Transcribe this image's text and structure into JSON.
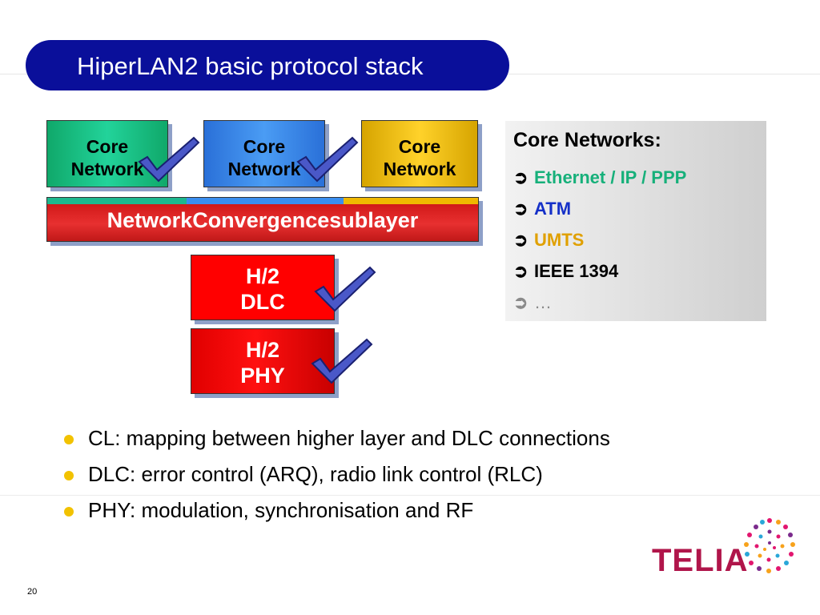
{
  "header": {
    "title": "HiperLAN2 basic protocol stack"
  },
  "stack": {
    "core_boxes": [
      {
        "line1": "Core",
        "line2": "Network",
        "color": "#1cc98c"
      },
      {
        "line1": "Core",
        "line2": "Network",
        "color": "#3a8ef0"
      },
      {
        "line1": "Core",
        "line2": "Network",
        "color": "#f5c000"
      }
    ],
    "convergence_layer": {
      "label": "NetworkConvergencesublayer",
      "color": "#e02020"
    },
    "dlc": {
      "line1": "H/2",
      "line2": "DLC",
      "color": "#ff0000"
    },
    "phy": {
      "line1": "H/2",
      "line2": "PHY",
      "color": "#e00000"
    }
  },
  "core_networks_panel": {
    "title": "Core Networks:",
    "items": [
      {
        "label": "Ethernet / IP / PPP",
        "color": "#16b07a"
      },
      {
        "label": "ATM",
        "color": "#1530c8"
      },
      {
        "label": "UMTS",
        "color": "#e0a000"
      },
      {
        "label": "IEEE 1394",
        "color": "#000000"
      },
      {
        "label": "…",
        "color": "#8a8a8a"
      }
    ],
    "arrow_icon": "circled-arrow-icon"
  },
  "bullets": [
    "CL: mapping between higher layer and DLC connections",
    "DLC: error control (ARQ), radio link control (RLC)",
    "PHY: modulation, synchronisation and RF"
  ],
  "footer": {
    "page_number": "20",
    "logo_text": "TELIA"
  },
  "colors": {
    "title_bg": "#0a0f9a",
    "bullet": "#f2c200",
    "checkmark": "#4a58c8"
  }
}
